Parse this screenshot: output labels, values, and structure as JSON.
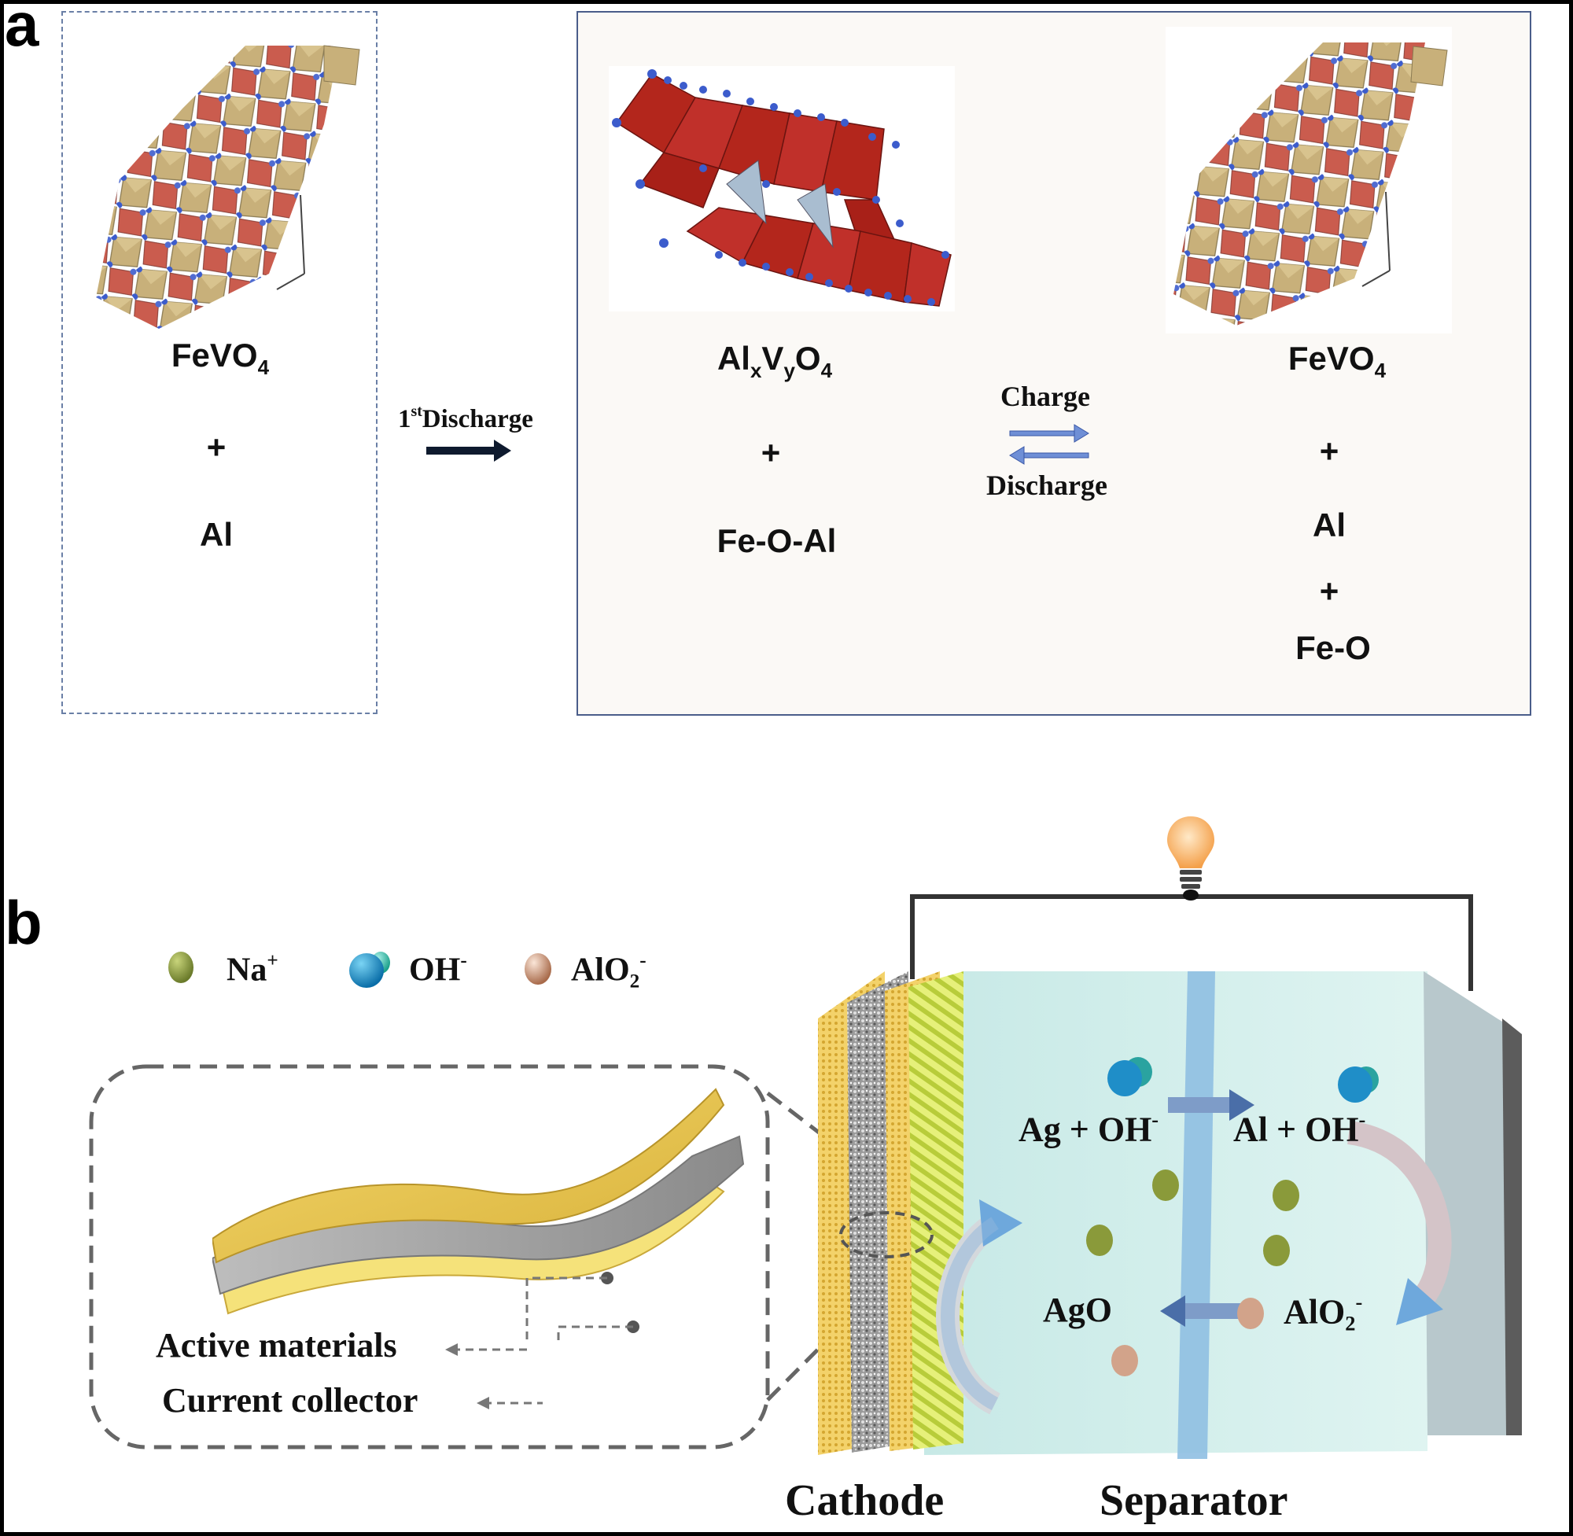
{
  "panel_a": {
    "letter": "a",
    "left": {
      "formula": {
        "base1": "FeVO",
        "sub1": "4"
      },
      "plus": "+",
      "reactant": "Al"
    },
    "first_discharge": {
      "prefix": "1",
      "sup": "st",
      "label": "Discharge"
    },
    "middle": {
      "formula": {
        "e1": "Al",
        "s1": "x",
        "e2": "V",
        "s2": "y",
        "e3": "O",
        "s3": "4"
      },
      "plus": "+",
      "product": "Fe-O-Al"
    },
    "charge_label": "Charge",
    "discharge_label": "Discharge",
    "right": {
      "formula": {
        "base1": "FeVO",
        "sub1": "4"
      },
      "plus1": "+",
      "product1": "Al",
      "plus2": "+",
      "product2": "Fe-O"
    }
  },
  "panel_b": {
    "letter": "b",
    "legend": [
      {
        "name": "Na",
        "sup": "+"
      },
      {
        "name": "OH",
        "sup": "-"
      },
      {
        "name": "AlO",
        "sub": "2",
        "sup": "-"
      }
    ],
    "inset": {
      "active_materials": "Active materials",
      "current_collector": "Current collector"
    },
    "cell": {
      "ag_oh": {
        "text": "Ag + OH",
        "sup": "-"
      },
      "al_oh": {
        "text": "Al + OH",
        "sup": "-"
      },
      "ago": "AgO",
      "alo2": {
        "text": "AlO",
        "sub": "2",
        "sup": "-"
      }
    },
    "cathode_label": "Cathode",
    "separator_label": "Separator"
  },
  "colors": {
    "fe_octahedron": "#c8b07a",
    "v_octahedron": "#c44a3a",
    "atom_blue": "#3c5ccc",
    "electrolyte": "#d6f0ee",
    "separator_blue": "#7fb3d6",
    "gold": "#e8c65a",
    "na_green": "#8a9a3a",
    "oh_blue": "#1f8ec8",
    "alo2_tan": "#d2a38a"
  }
}
